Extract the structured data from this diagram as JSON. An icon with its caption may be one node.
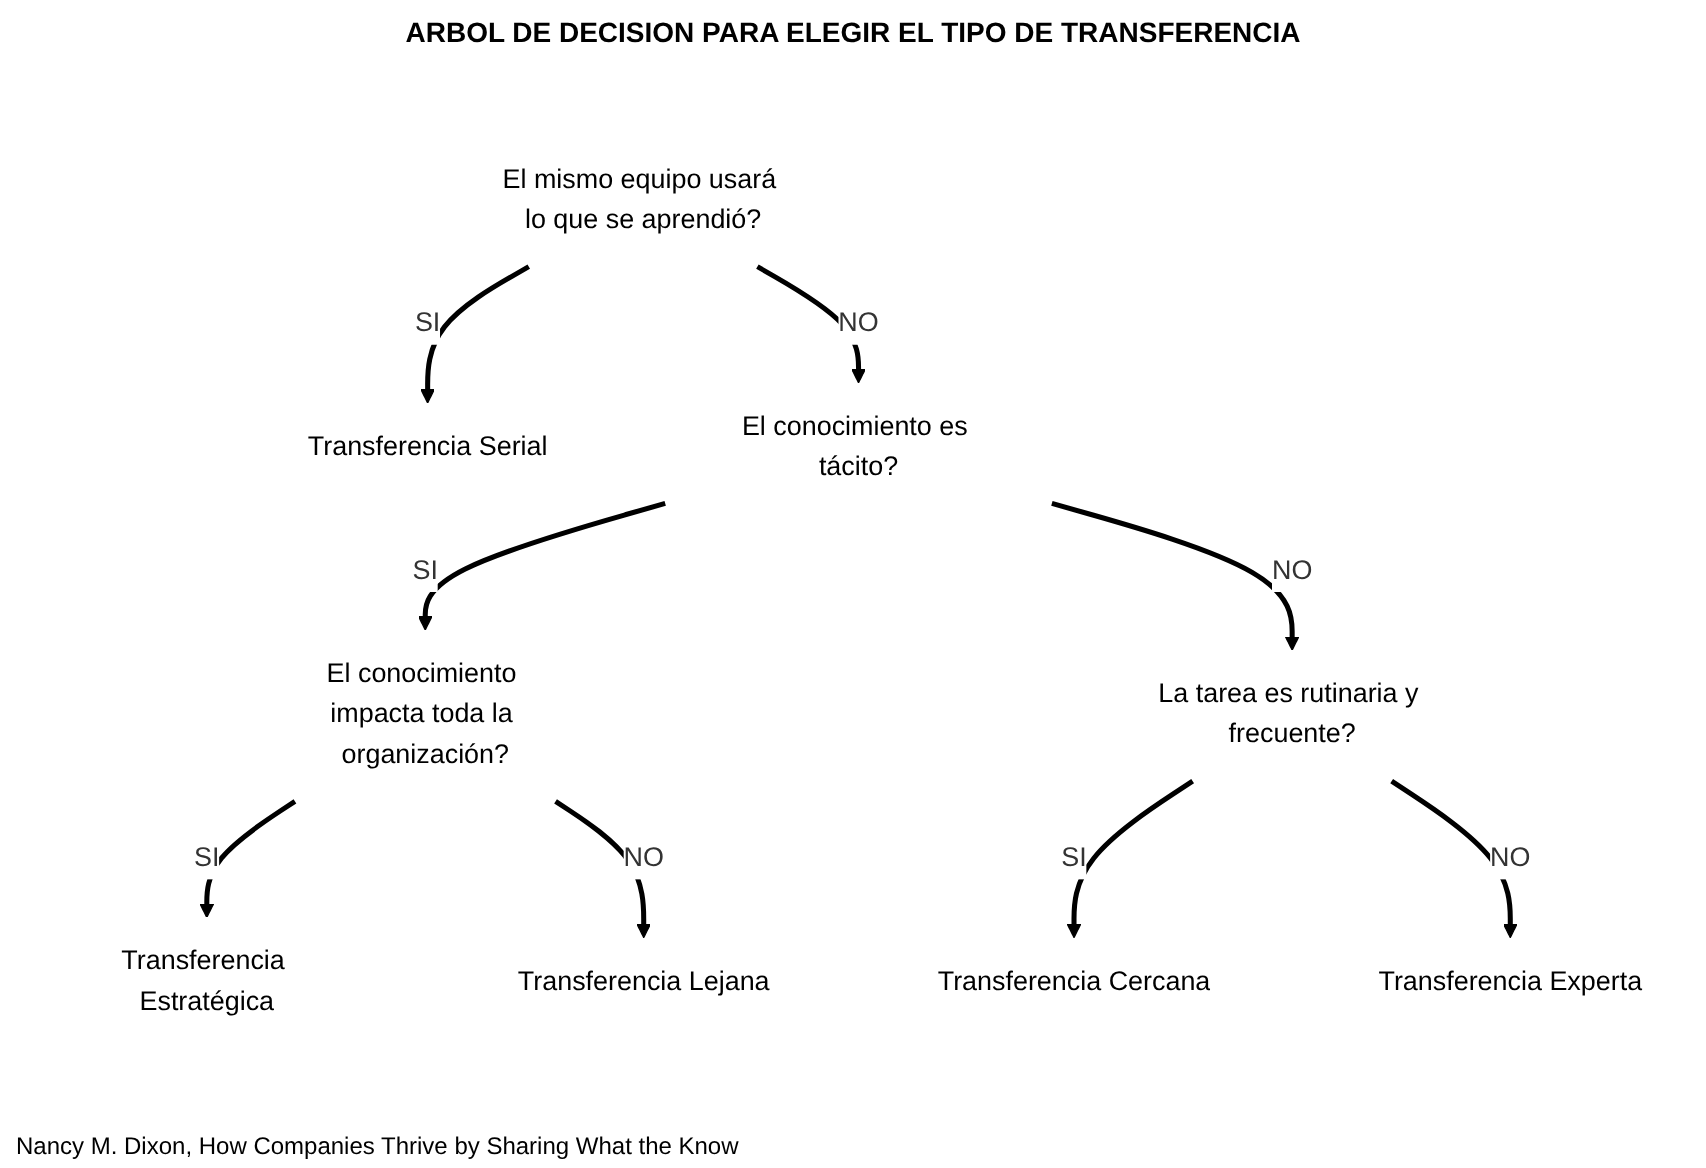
{
  "diagram": {
    "title": "ARBOL DE DECISION PARA ELEGIR EL TIPO DE TRANSFERENCIA",
    "caption": "Nancy M. Dixon, How Companies Thrive by Sharing What the Know",
    "nodes": [
      {
        "text": [
          "El mismo equipo usará lo que se aprendió?"
        ]
      },
      {
        "text": [
          "Transferencia Serial"
        ]
      },
      {
        "text": [
          "El conocimiento es tácito?"
        ]
      },
      {
        "text": [
          "El conocimiento impacta toda la organización?"
        ]
      },
      {
        "text": [
          "Transferencia Estratégica"
        ]
      },
      {
        "text": [
          "Transferencia Lejana"
        ]
      },
      {
        "text": [
          "La tarea es rutinaria y frecuente?"
        ]
      },
      {
        "text": [
          "Transferencia Cercana"
        ]
      },
      {
        "text": [
          "Transferencia Experta"
        ]
      }
    ],
    "edges": [
      {
        "from": 0,
        "to": 1,
        "arrow": "to",
        "label": "SI"
      },
      {
        "from": 0,
        "to": 2,
        "arrow": "to",
        "label": "NO"
      },
      {
        "from": 2,
        "to": 3,
        "arrow": "to",
        "label": "SI"
      },
      {
        "from": 2,
        "to": 6,
        "arrow": "to",
        "label": "NO"
      },
      {
        "from": 3,
        "to": 4,
        "arrow": "to",
        "label": "SI"
      },
      {
        "from": 3,
        "to": 5,
        "arrow": "to",
        "label": "NO"
      },
      {
        "from": 6,
        "to": 7,
        "arrow": "to",
        "label": "SI"
      },
      {
        "from": 6,
        "to": 8,
        "arrow": "to",
        "label": "NO"
      }
    ]
  }
}
